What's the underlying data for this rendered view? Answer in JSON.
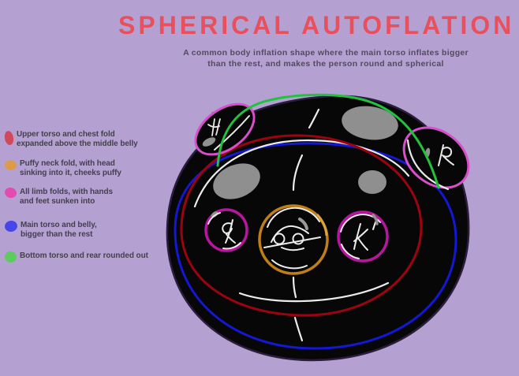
{
  "page": {
    "background_color": "#b4a1d1"
  },
  "header": {
    "title": "SPHERICAL AUTOFLATION",
    "title_color": "#e9505e",
    "subtitle_line1": "A common body inflation shape where the main torso inflates bigger",
    "subtitle_line2": "than the rest, and makes the person round and spherical"
  },
  "legend": {
    "items": [
      {
        "color": "#d04a5e",
        "line1": "Upper torso and chest fold",
        "line2": "expanded above the middle belly"
      },
      {
        "color": "#dd9b4a",
        "line1": "Puffy neck fold, with head",
        "line2": "sinking into it, cheeks puffy"
      },
      {
        "color": "#e24bb0",
        "line1": "All limb folds, with hands",
        "line2": "and feet sunken into"
      },
      {
        "color": "#4646e9",
        "line1": "Main torso and belly,",
        "line2": "bigger than the rest"
      },
      {
        "color": "#5ecb5e",
        "line1": "Bottom torso and rear rounded out",
        "line2": ""
      }
    ]
  },
  "illustration": {
    "description": "Black spherical inflated body with colored fold outlines",
    "outline_colors": {
      "upper_torso_chest_fold": "#9b0310",
      "neck_fold": "#c07d15",
      "limb_folds": "#c5189f",
      "main_torso_belly": "#1417d4",
      "bottom_torso_rear": "#1fc33d"
    }
  }
}
